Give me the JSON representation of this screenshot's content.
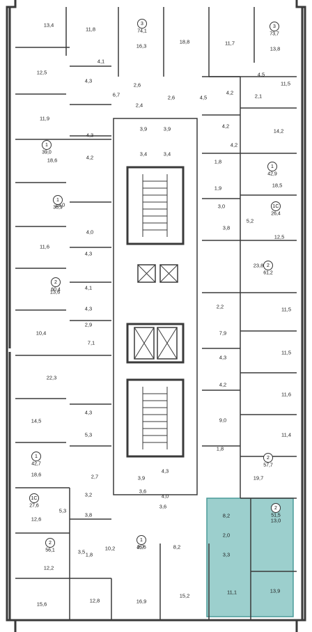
{
  "colors": {
    "wall": "#3a3a3a",
    "highlight": "#9ccfcd",
    "highlight_stroke": "#4a9a98"
  },
  "rooms": [
    "13,4",
    "11,8",
    "16,3",
    "18,8",
    "11,7",
    "13,8",
    "12,5",
    "4,1",
    "4,3",
    "6,7",
    "2,6",
    "2,4",
    "2,6",
    "4,5",
    "4,5",
    "4,2",
    "2,1",
    "11,5",
    "4,2",
    "11,9",
    "4,3",
    "3,9",
    "3,9",
    "4,2",
    "14,2",
    "18,6",
    "3,4",
    "3,4",
    "4,2",
    "1,8",
    "18,5",
    "19,0",
    "1,9",
    "3,0",
    "5,2",
    "3,8",
    "12,5",
    "4,0",
    "11,6",
    "4,3",
    "23,8",
    "13,6",
    "4,1",
    "2,2",
    "4,3",
    "2,9",
    "11,5",
    "10,4",
    "7,9",
    "7,1",
    "11,5",
    "4,3",
    "22,3",
    "4,2",
    "14,5",
    "11,6",
    "4,3",
    "9,0",
    "5,3",
    "11,4",
    "1,8",
    "18,6",
    "2,7",
    "19,7",
    "3,9",
    "4,3",
    "4,0",
    "3,2",
    "8,2",
    "13,0",
    "5,3",
    "3,8",
    "2,0",
    "12,6",
    "3,6",
    "3,6",
    "3,3",
    "3,5",
    "1,8",
    "10,2",
    "2,7",
    "8,2",
    "12,2",
    "11,1",
    "13,9",
    "15,6",
    "12,8",
    "16,9",
    "15,2"
  ],
  "units": [
    {
      "rooms": "3",
      "area": "74,1"
    },
    {
      "rooms": "3",
      "area": "73,7"
    },
    {
      "rooms": "1",
      "area": "39,0"
    },
    {
      "rooms": "1",
      "area": "42,9"
    },
    {
      "rooms": "1",
      "area": "38,9"
    },
    {
      "rooms": "1С",
      "area": "26,4"
    },
    {
      "rooms": "2",
      "area": "61,2"
    },
    {
      "rooms": "2",
      "area": "60,4"
    },
    {
      "rooms": "1",
      "area": "42,7"
    },
    {
      "rooms": "2",
      "area": "57,7"
    },
    {
      "rooms": "1С",
      "area": "27,6"
    },
    {
      "rooms": "2",
      "area": "56,1"
    },
    {
      "rooms": "2",
      "area": "51,5"
    },
    {
      "rooms": "1",
      "area": "46,6"
    }
  ]
}
